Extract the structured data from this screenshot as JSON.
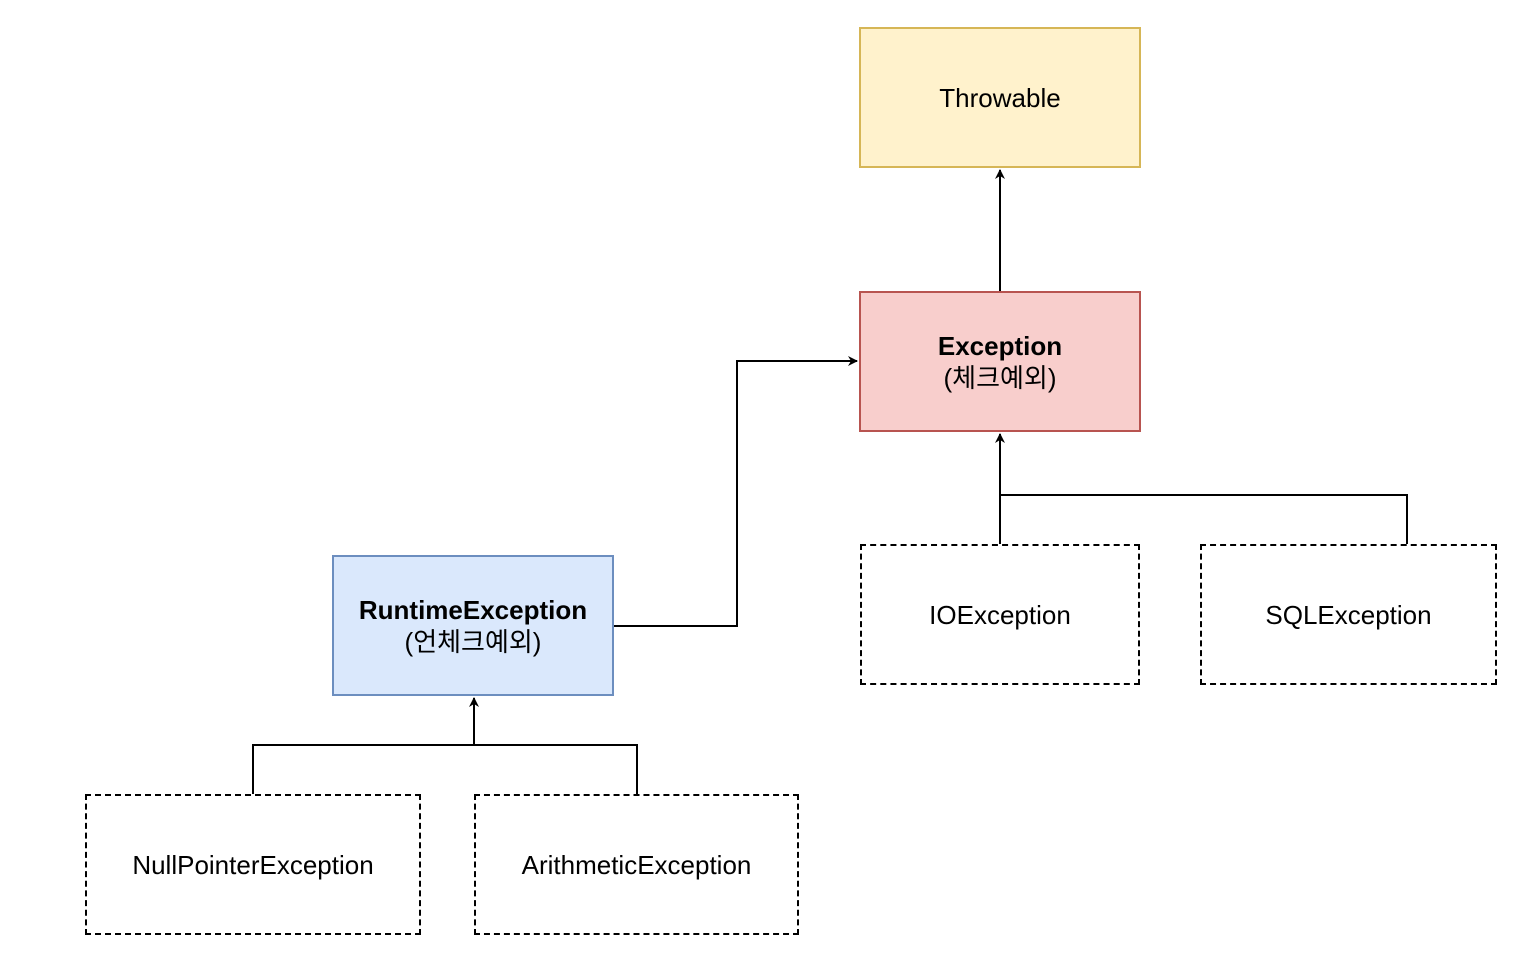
{
  "nodes": {
    "throwable": {
      "label": "Throwable"
    },
    "exception": {
      "label": "Exception",
      "sublabel": "(체크예외)"
    },
    "runtime_exception": {
      "label": "RuntimeException",
      "sublabel": "(언체크예외)"
    },
    "io_exception": {
      "label": "IOException"
    },
    "sql_exception": {
      "label": "SQLException"
    },
    "null_pointer_exception": {
      "label": "NullPointerException"
    },
    "arithmetic_exception": {
      "label": "ArithmeticException"
    }
  },
  "edges": [
    {
      "from": "exception",
      "to": "throwable"
    },
    {
      "from": "runtime_exception",
      "to": "exception"
    },
    {
      "from": "io_exception",
      "to": "exception"
    },
    {
      "from": "sql_exception",
      "to": "exception"
    },
    {
      "from": "null_pointer_exception",
      "to": "runtime_exception"
    },
    {
      "from": "arithmetic_exception",
      "to": "runtime_exception"
    }
  ]
}
